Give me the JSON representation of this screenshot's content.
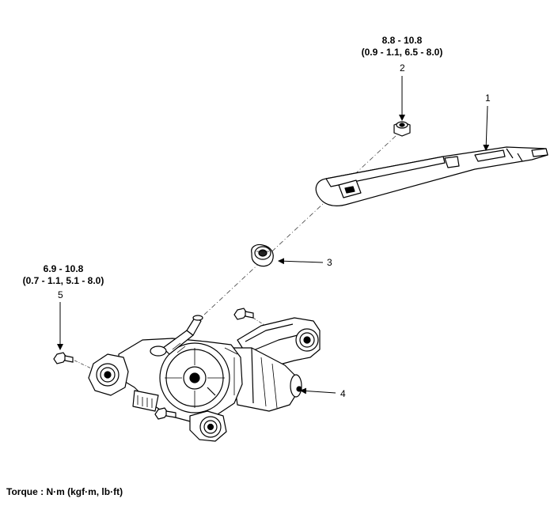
{
  "torque_2": {
    "value": "8.8 - 10.8",
    "alt": "(0.9 - 1.1, 6.5 - 8.0)"
  },
  "torque_5": {
    "value": "6.9 - 10.8",
    "alt": "(0.7 - 1.1, 5.1 - 8.0)"
  },
  "callouts": {
    "c1": "1",
    "c2": "2",
    "c3": "3",
    "c4": "4",
    "c5": "5"
  },
  "footer": {
    "torque_note": "Torque : N·m (kgf·m, lb·ft)"
  }
}
